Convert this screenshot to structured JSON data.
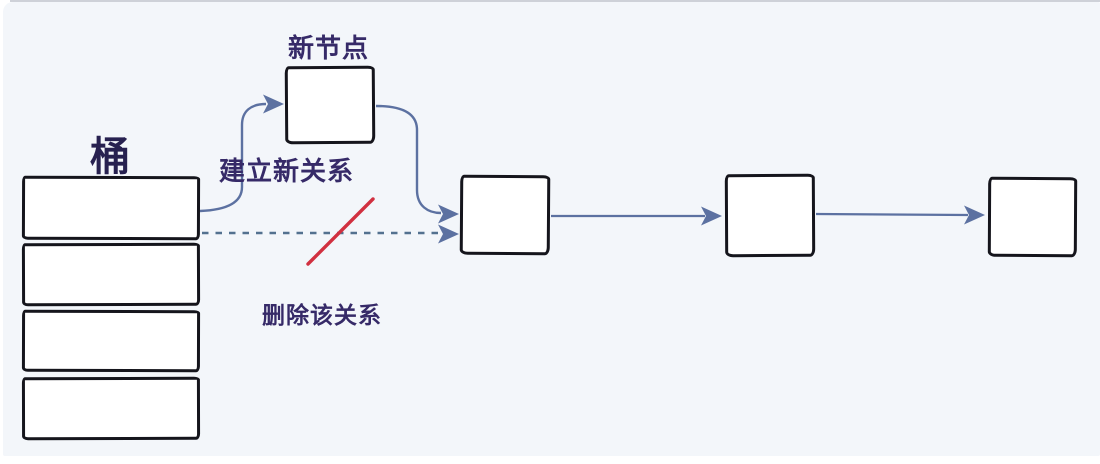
{
  "diagram": {
    "bucket": {
      "label": "桶",
      "cell_count": 4
    },
    "new_node": {
      "label": "新节点"
    },
    "chain": {
      "node_count": 3
    },
    "edge_labels": {
      "create_edge": "建立新关系",
      "delete_edge": "删除该关系"
    },
    "colors": {
      "background": "#f3f6fa",
      "arrow": "#5c71a1",
      "dashed_arrow": "#53718f",
      "delete_slash": "#d13040",
      "label_text": "#362a68",
      "bucket_label_text": "#272150",
      "box_border": "#15151c",
      "box_fill": "#ffffff"
    }
  }
}
